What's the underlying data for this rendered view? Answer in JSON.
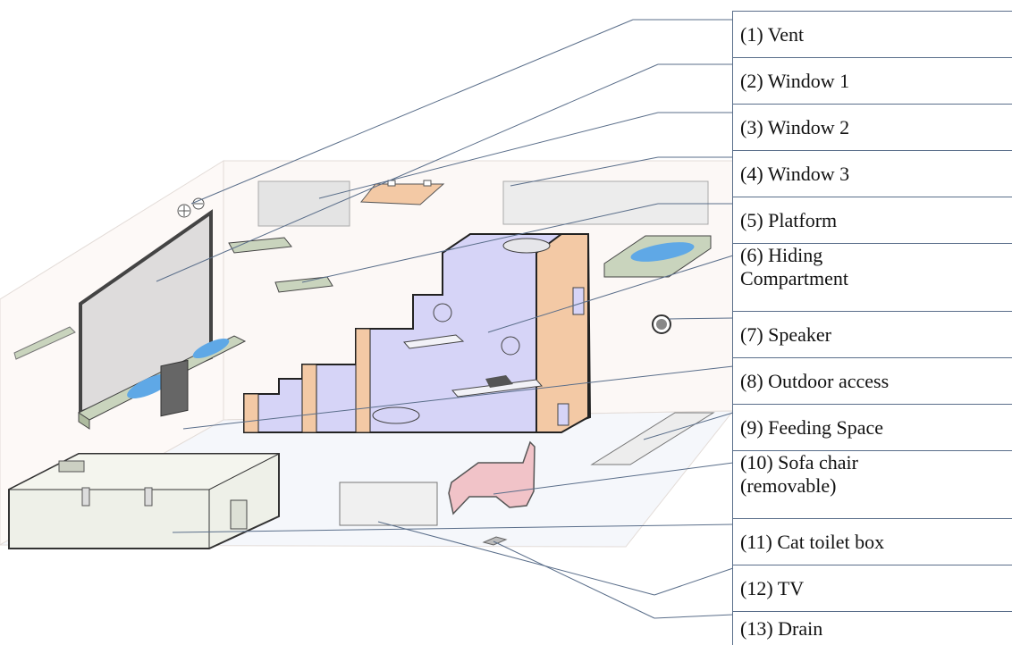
{
  "legend": {
    "items": [
      {
        "label": "(1) Vent"
      },
      {
        "label": "(2) Window 1"
      },
      {
        "label": "(3) Window 2"
      },
      {
        "label": "(4) Window 3"
      },
      {
        "label": "(5) Platform"
      },
      {
        "label": "(6) Hiding\nCompartment"
      },
      {
        "label": "(7) Speaker"
      },
      {
        "label": "(8) Outdoor access"
      },
      {
        "label": "(9) Feeding Space"
      },
      {
        "label": "(10) Sofa chair\n(removable)"
      },
      {
        "label": "(11) Cat toilet box"
      },
      {
        "label": "(12) TV"
      },
      {
        "label": "(13) Drain"
      }
    ]
  },
  "colors": {
    "leader_line": "#5a6e8a",
    "platform": "#c9d4bd",
    "stair_body": "#d6d4f7",
    "stair_wood": "#f3c9a5",
    "cushion": "#5fa8e6",
    "sofa": "#f1c3c8",
    "wall": "#fbf7f5"
  }
}
